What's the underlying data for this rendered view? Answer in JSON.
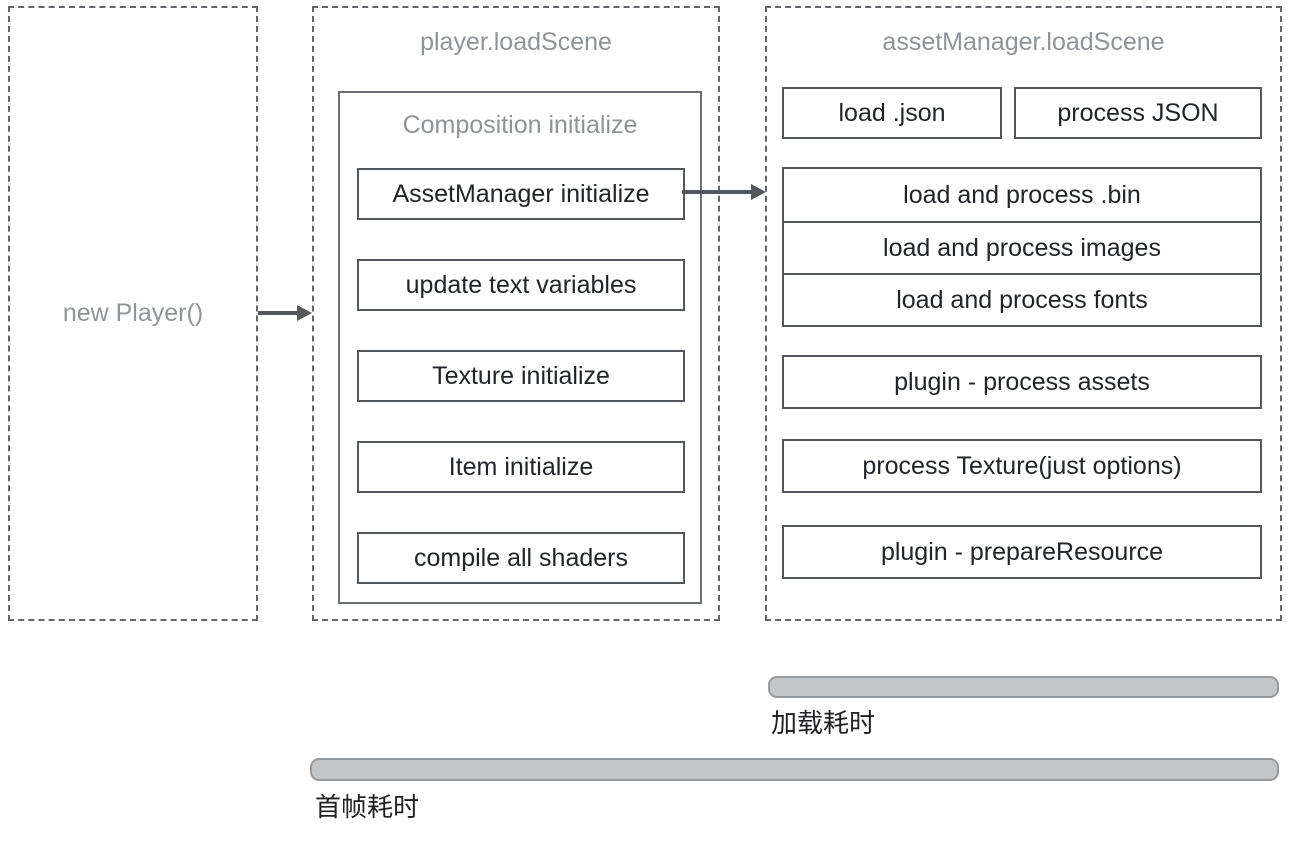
{
  "colors": {
    "panel_border": "#63666b",
    "group_border": "#6c7074",
    "box_border": "#54575b",
    "box_text": "#212529",
    "muted_text": "#8f9499",
    "arrow": "#55585c",
    "bar_fill": "#c3c5c6",
    "bar_border": "#989b9e",
    "bar_label_text": "#202124"
  },
  "left_panel": {
    "label": "new Player()"
  },
  "middle_panel": {
    "title": "player.loadScene",
    "group": {
      "title": "Composition initialize",
      "steps": [
        {
          "label": "AssetManager initialize"
        },
        {
          "label": "update text variables"
        },
        {
          "label": "Texture initialize"
        },
        {
          "label": "Item initialize"
        },
        {
          "label": "compile all shaders"
        }
      ]
    }
  },
  "right_panel": {
    "title": "assetManager.loadScene",
    "top_row": [
      {
        "label": "load .json"
      },
      {
        "label": "process JSON"
      }
    ],
    "stacked_steps": [
      {
        "label": "load and process .bin"
      },
      {
        "label": "load and process images"
      },
      {
        "label": "load and process fonts"
      }
    ],
    "steps": [
      {
        "label": "plugin - process assets"
      },
      {
        "label": "process Texture(just options)"
      },
      {
        "label": "plugin - prepareResource"
      }
    ]
  },
  "timeline": {
    "load_bar_label": "加载耗时",
    "first_frame_bar_label": "首帧耗时"
  }
}
